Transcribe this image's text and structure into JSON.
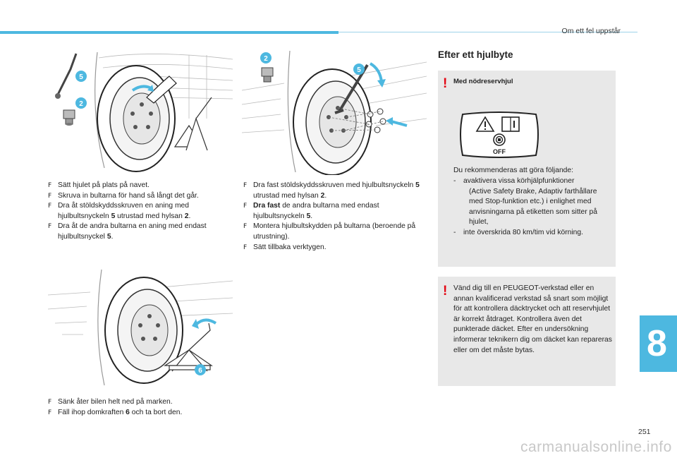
{
  "header": {
    "section": "Om ett fel uppstår"
  },
  "figures": {
    "fig1_callouts": [
      "5",
      "2"
    ],
    "fig2_callouts": [
      "2",
      "5"
    ],
    "fig3_callouts": [
      "6"
    ]
  },
  "col1_steps": [
    {
      "marker": "F",
      "parts": [
        "Sätt hjulet på plats på navet."
      ]
    },
    {
      "marker": "F",
      "parts": [
        "Skruva in bultarna för hand så långt det går."
      ]
    },
    {
      "marker": "F",
      "parts": [
        "Dra åt stöldskyddsskruven en aning med hjulbultsnyckeln ",
        "5",
        " utrustad med hylsan ",
        "2",
        "."
      ]
    },
    {
      "marker": "F",
      "parts": [
        "Dra åt de andra bultarna en aning med endast hjulbultsnyckel ",
        "5",
        "."
      ]
    }
  ],
  "col2_steps": [
    {
      "marker": "F",
      "parts": [
        "Dra fast stöldskyddsskruven med hjulbultsnyckeln ",
        "5",
        " utrustad med hylsan ",
        "2",
        "."
      ]
    },
    {
      "marker": "F",
      "parts": [
        "Dra fast",
        " de andra bultarna med endast hjulbultsnyckeln ",
        "5",
        "."
      ]
    },
    {
      "marker": "F",
      "parts": [
        "Montera hjulbultskydden på bultarna (beroende på utrustning)."
      ]
    },
    {
      "marker": "F",
      "parts": [
        "Sätt tillbaka verktygen."
      ]
    }
  ],
  "col1_bottom_steps": [
    {
      "marker": "F",
      "parts": [
        "Sänk åter bilen helt ned på marken."
      ]
    },
    {
      "marker": "F",
      "parts": [
        "Fäll ihop domkraften ",
        "6",
        " och ta bort den."
      ]
    }
  ],
  "section_title": "Efter ett hjulbyte",
  "warning_box_1": {
    "mark": "!",
    "subtitle": "Med nödreservhjul",
    "label_text": "OFF",
    "intro": "Du rekommenderas att göra följande:",
    "items": [
      {
        "dash": "-",
        "line1": "avaktivera vissa körhjälpfunktioner",
        "line2": "(Active Safety Brake, Adaptiv farthållare med Stop-funktion etc.) i enlighet med anvisningarna på etiketten som sitter på hjulet,"
      },
      {
        "dash": "-",
        "line1": "inte överskrida 80 km/tim vid körning.",
        "line2": ""
      }
    ]
  },
  "warning_box_2": {
    "mark": "!",
    "text": "Vänd dig till en PEUGEOT-verkstad eller en annan kvalificerad verkstad så snart som möjligt för att kontrollera däcktrycket och att reservhjulet är korrekt åtdraget. Kontrollera även det punkterade däcket. Efter en undersökning informerar teknikern dig om däcket kan repareras eller om det måste bytas."
  },
  "chapter_number": "8",
  "page_number": "251",
  "watermark": "carmanualsonline.info",
  "colors": {
    "accent": "#4db8e0",
    "warning": "#e30613",
    "box_bg": "#e8e8e8"
  },
  "icons": [
    "wheel-brace-icon",
    "socket-icon",
    "warning-triangle-icon",
    "manual-book-icon",
    "brake-off-icon",
    "arrow-icon"
  ]
}
